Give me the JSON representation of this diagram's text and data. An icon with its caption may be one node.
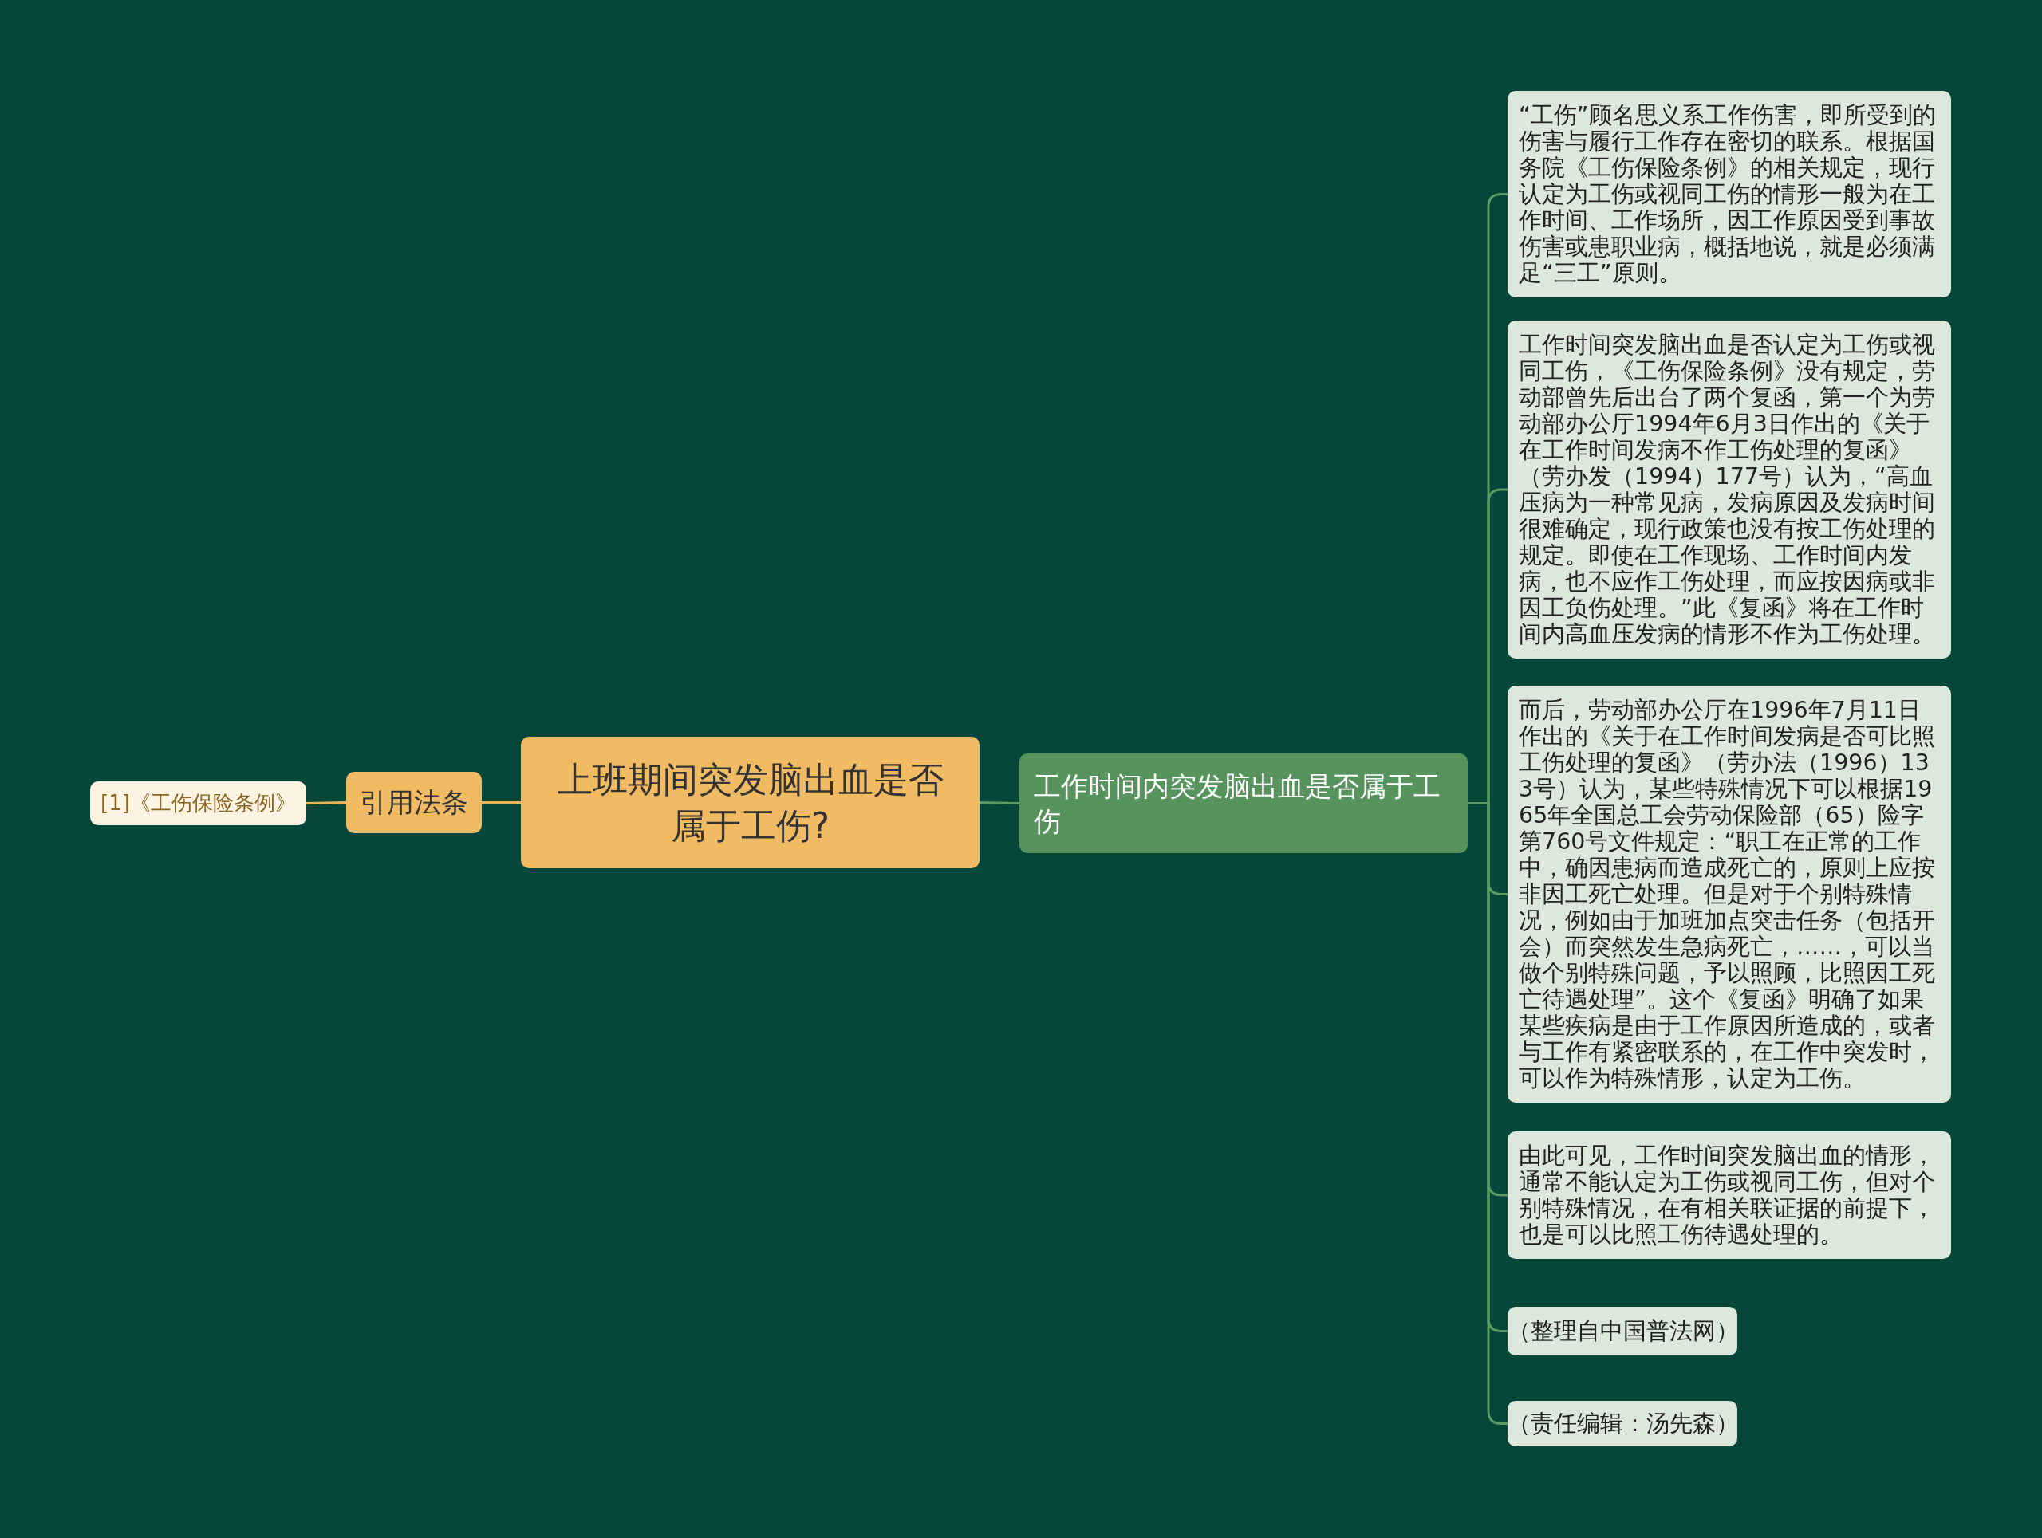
{
  "diagram": {
    "nodes": [
      {
        "text": [
          "上班期间突发脑出血是否属于工伤?"
        ]
      },
      {
        "text": [
          "引用法条"
        ]
      },
      {
        "text": [
          "[1]《工伤保险条例》"
        ]
      },
      {
        "text": [
          "工作时间内突发脑出血是否属于工伤"
        ]
      },
      {
        "text": [
          "“工伤”顾名思义系工作伤害，即所受到的伤害与履行工作存在密切的联系。根据国务院《工伤保险条例》的相关规定，现行认定为工伤或视同工伤的情形一般为在工作时间、工作场所，因工作原因受到事故伤害或患职业病，概括地说，就是必须满足“三工”原则。"
        ]
      },
      {
        "text": [
          "工作时间突发脑出血是否认定为工伤或视同工伤，《工伤保险条例》没有规定，劳动部曾先后出台了两个复函，第一个为劳动部办公厅1994年6月3日作出的《关于在工作时间发病不作工伤处理的复函》（劳办发（1994）177号）认为，“高血压病为一种常见病，发病原因及发病时间很难确定，现行政策也没有按工伤处理的规定。即使在工作现场、工作时间内发病，也不应作工伤处理，而应按因病或非因工负伤处理。”此《复函》将在工作时间内高血压发病的情形不作为工伤处理。"
        ]
      },
      {
        "text": [
          "而后，劳动部办公厅在1996年7月11日作出的《关于在工作时间发病是否可比照工伤处理的复函》（劳办法（1996）133号）认为，某些特殊情况下可以根据1965年全国总工会劳动保险部（65）险字第760号文件规定：“职工在正常的工作中，确因患病而造成死亡的，原则上应按非因工死亡处理。但是对于个别特殊情况，例如由于加班加点突击任务（包括开会）而突然发生急病死亡，……，可以当做个别特殊问题，予以照顾，比照因工死亡待遇处理”。这个《复函》明确了如果某些疾病是由于工作原因所造成的，或者与工作有紧密联系的，在工作中突发时，可以作为特殊情形，认定为工伤。"
        ]
      },
      {
        "text": [
          "由此可见，工作时间突发脑出血的情形，通常不能认定为工伤或视同工伤，但对个别特殊情况，在有相关联证据的前提下，也是可以比照工伤待遇处理的。"
        ]
      },
      {
        "text": [
          "（整理自中国普法网）"
        ]
      },
      {
        "text": [
          "（责任编辑：汤先森）"
        ]
      }
    ],
    "edges": [
      {
        "from": 0,
        "to": 1,
        "arrow": "none",
        "color": "#e8b45a"
      },
      {
        "from": 1,
        "to": 2,
        "arrow": "none",
        "color": "#e8b45a"
      },
      {
        "from": 0,
        "to": 3,
        "arrow": "none"
      },
      {
        "from": 3,
        "to": 4,
        "arrow": "none"
      },
      {
        "from": 3,
        "to": 5,
        "arrow": "none"
      },
      {
        "from": 3,
        "to": 6,
        "arrow": "none"
      },
      {
        "from": 3,
        "to": 7,
        "arrow": "none"
      },
      {
        "from": 3,
        "to": 8,
        "arrow": "none"
      },
      {
        "from": 3,
        "to": 9,
        "arrow": "none"
      }
    ]
  }
}
